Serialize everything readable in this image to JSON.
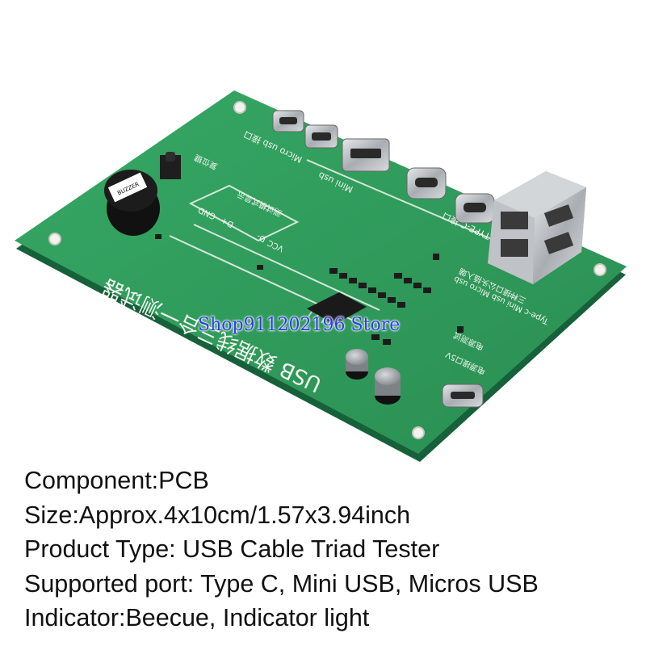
{
  "photo": {
    "board_title": "USB 数据线三合一测试器",
    "labels": {
      "micro_usb_port": "Micro usb 接口",
      "mini_usb": "Mini usb",
      "type_c_port": "TYPE-C 接口",
      "reset": "复位键",
      "mode_box_title": "测试模式显示",
      "vcc": "VCC",
      "d_minus": "D-",
      "d_plus": "D+",
      "gnd": "GND",
      "power_test": "电源测试",
      "input_note": "三种接口公头插入端",
      "input_types": "Type-c Mini usb Micro usb",
      "power_input": "电源接口5V",
      "buzzer": "BUZZER"
    },
    "colors": {
      "pcb_green": "#2f9a5a",
      "pcb_dark": "#1f7a45",
      "silkscreen": "#f4f4f0"
    }
  },
  "watermark": "Shop911202196 Store",
  "specs": [
    "Component:PCB",
    "Size:Approx.4x10cm/1.57x3.94inch",
    "Product Type: USB Cable Triad Tester",
    "Supported port: Type C, Mini USB, Micros USB",
    "Indicator:Beecue, Indicator light"
  ]
}
